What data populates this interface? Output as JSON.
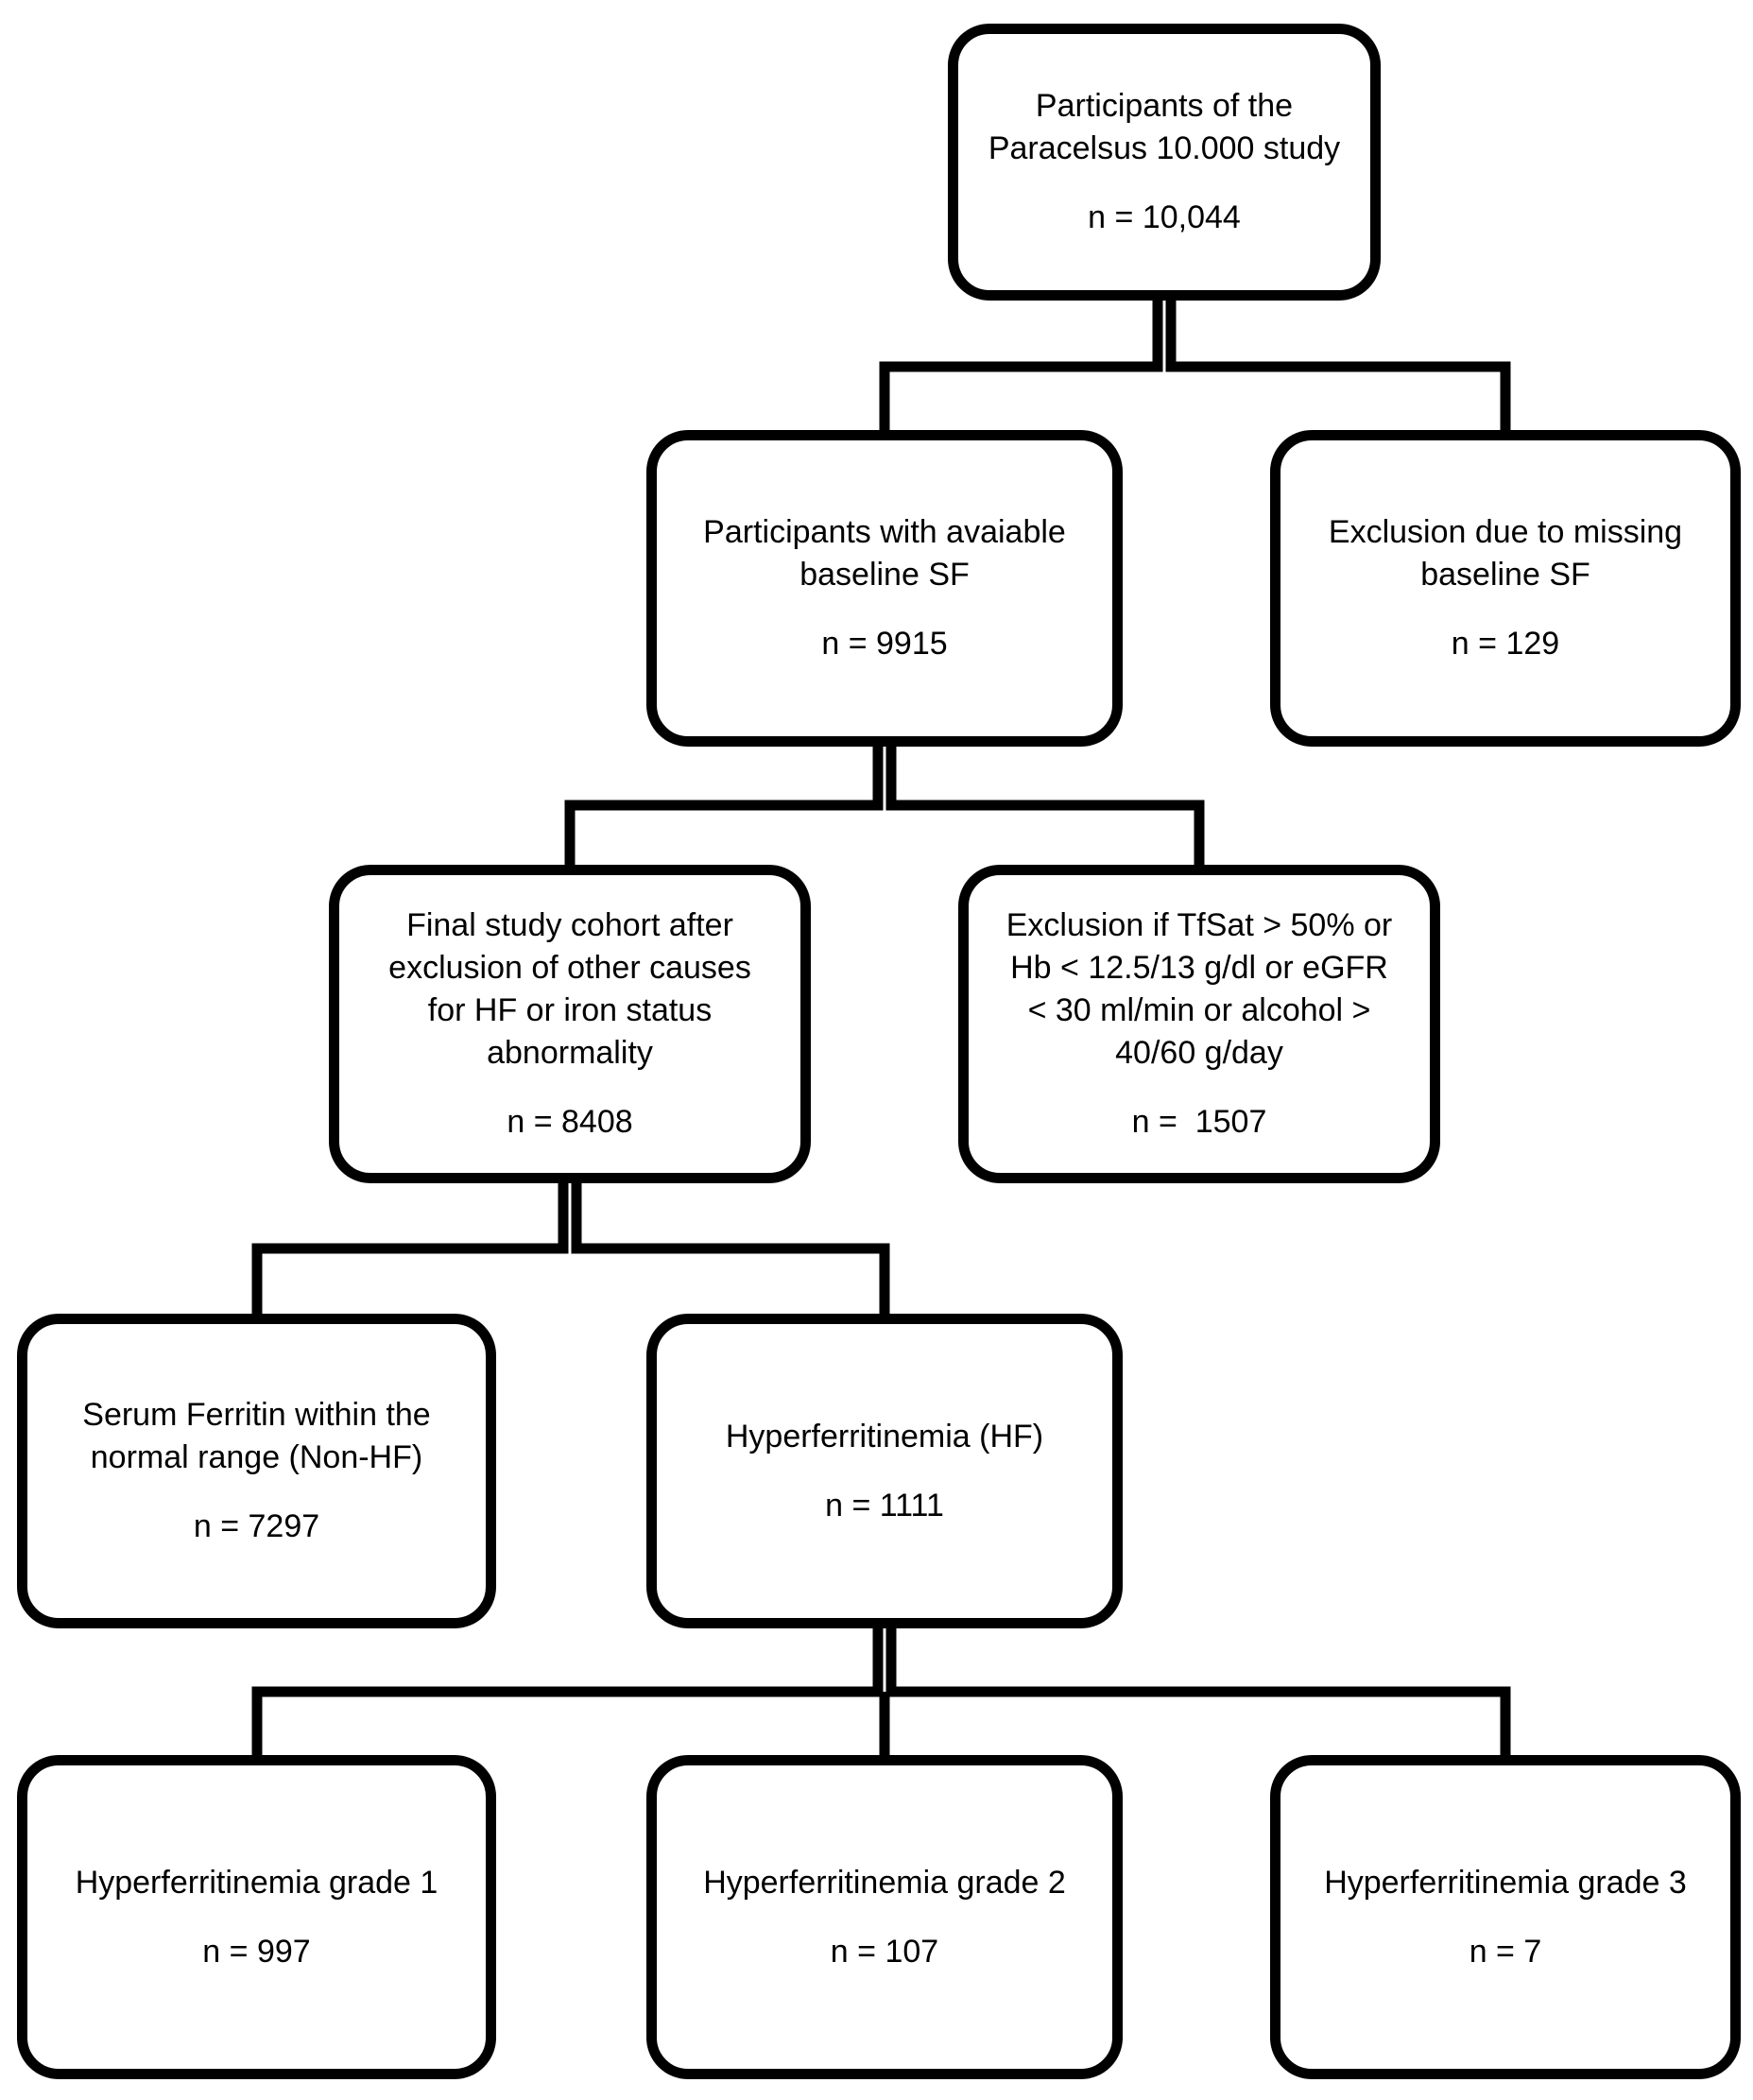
{
  "colors": {
    "background": "#ffffff",
    "box_border": "#000000",
    "text": "#000000",
    "connector": "#000000"
  },
  "nodes": {
    "top": {
      "label": "Participants of the\nParacelsus 10.000 study",
      "n": "n = 10,044"
    },
    "baseline_available": {
      "label": "Participants with avaiable\nbaseline SF",
      "n": "n = 9915"
    },
    "excluded_missing_sf": {
      "label": "Exclusion due to missing\nbaseline SF",
      "n": "n = 129"
    },
    "final_cohort": {
      "label": "Final study cohort after\nexclusion of other causes\nfor HF or iron status\nabnormality",
      "n": "n = 8408"
    },
    "excluded_criteria": {
      "label": "Exclusion if TfSat > 50% or\nHb < 12.5/13 g/dl or eGFR\n< 30 ml/min or alcohol >\n40/60 g/day",
      "n": "n =  1507"
    },
    "non_hf": {
      "label": "Serum Ferritin within the\nnormal range (Non-HF)",
      "n": "n = 7297"
    },
    "hf": {
      "label": "Hyperferritinemia (HF)",
      "n": "n = 1111"
    },
    "hf_grade_1": {
      "label": "Hyperferritinemia grade 1",
      "n": "n = 997"
    },
    "hf_grade_2": {
      "label": "Hyperferritinemia grade 2",
      "n": "n = 107"
    },
    "hf_grade_3": {
      "label": "Hyperferritinemia grade 3",
      "n": "n = 7"
    }
  }
}
